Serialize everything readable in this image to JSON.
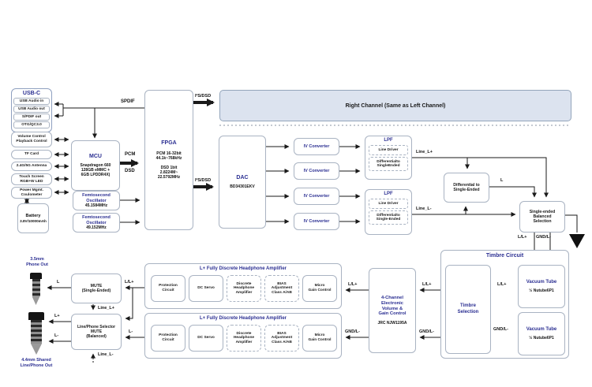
{
  "usb": {
    "title": "USB-C",
    "ports": [
      "USB Audio in",
      "USB Audio out",
      "S/PDIF out",
      "OTG/QC3.0"
    ]
  },
  "peripherals": [
    {
      "label": "Volume Control\nPlayback Control"
    },
    {
      "label": "TF Card"
    },
    {
      "label": "2.4G/5G Antenna"
    },
    {
      "label": "Touch Screen\nRGB+W LED"
    },
    {
      "label": "Power Mgmt.\nCoulometer"
    }
  ],
  "battery": {
    "title": "Battery",
    "subtitle": "3.8V/10000mAh"
  },
  "mcu": {
    "title": "MCU",
    "subtitle": "Snapdragon 660\n128GB eMMC +\n6GB LPDDR4X)"
  },
  "oscillators": [
    {
      "title": "Femtosecond\nOscillator",
      "freq": "45.1584MHz"
    },
    {
      "title": "Femtosecond\nOscillator",
      "freq": "49.152MHz"
    }
  ],
  "fpga": {
    "title": "FPGA",
    "pcm": "PCM 16-32bit\n44.1k~768kHz",
    "dsd": "DSD 1bit\n2.8224M~\n22.5792MHz"
  },
  "right_channel": {
    "label": "Right Channel (Same as Left Channel)"
  },
  "dac": {
    "title": "DAC",
    "subtitle": "BD34301EKV"
  },
  "iv_converter_label": "IV Converter",
  "lpf": [
    {
      "title": "LPF",
      "line_driver": "Line Driver",
      "diff": "Differentialto\nSingleEnded"
    },
    {
      "title": "LPF",
      "line_driver": "Line Driver",
      "diff": "Differentialto\nSingle-Ended"
    }
  ],
  "diff_se": {
    "label": "Differential to\nSingle-Ended"
  },
  "se_bal": {
    "label": "Single-ended\nBalanced\nSelection"
  },
  "timbre": {
    "title": "Timbre Circuit",
    "selection": "Timbre\nSelection",
    "tubes": [
      {
        "title": "Vacuum Tube",
        "subtitle": "½ Nutube6P1"
      },
      {
        "title": "Vacuum Tube",
        "subtitle": "½ Nutube6P1"
      }
    ]
  },
  "volume_ctrl": {
    "title": "4-Channel\nElectronic\nVolume &\nGain Control",
    "subtitle": "JRC NJW1195A"
  },
  "amps": [
    {
      "title": "L+ Fully Discrete Headphone Amplifier",
      "stages": [
        "Protection\nCircuit",
        "DC Servo",
        "Discrete\nHeadphone\nAmplifier",
        "BIAS\nAdjustment\nClass A/AB",
        "Micro\nGain Control"
      ]
    },
    {
      "title": "L+ Fully Discrete Headphone Amplifier",
      "stages": [
        "Protection\nCircuit",
        "DC Servo",
        "Discrete\nHeadphone\nAmplifier",
        "BIAS\nAdjustment\nClass A/AB",
        "Micro\nGain Control"
      ]
    }
  ],
  "mute_se": {
    "label": "MUTE\n(Single-Ended)"
  },
  "selector": {
    "label": "Line/Phone Selector\nMUTE\n(Balanced)"
  },
  "outputs": {
    "phone35": "3.5mm\nPhone Out",
    "phone44": "4.4mm Shared\nLine/Phone Out"
  },
  "wire_labels": {
    "spdif": "SPDIF",
    "pcm": "PCM",
    "dsd": "DSD",
    "i2s": "I²S/DSD",
    "line_lp": "Line_L+",
    "line_lm": "Line_L-",
    "l": "L",
    "llp": "L/L+",
    "gndlm": "GND/L-",
    "lp": "L+",
    "lm": "L-"
  },
  "colors": {
    "accent": "#2b2f92",
    "border": "#a9b3c2",
    "banner_fill": "#dce3ef"
  }
}
